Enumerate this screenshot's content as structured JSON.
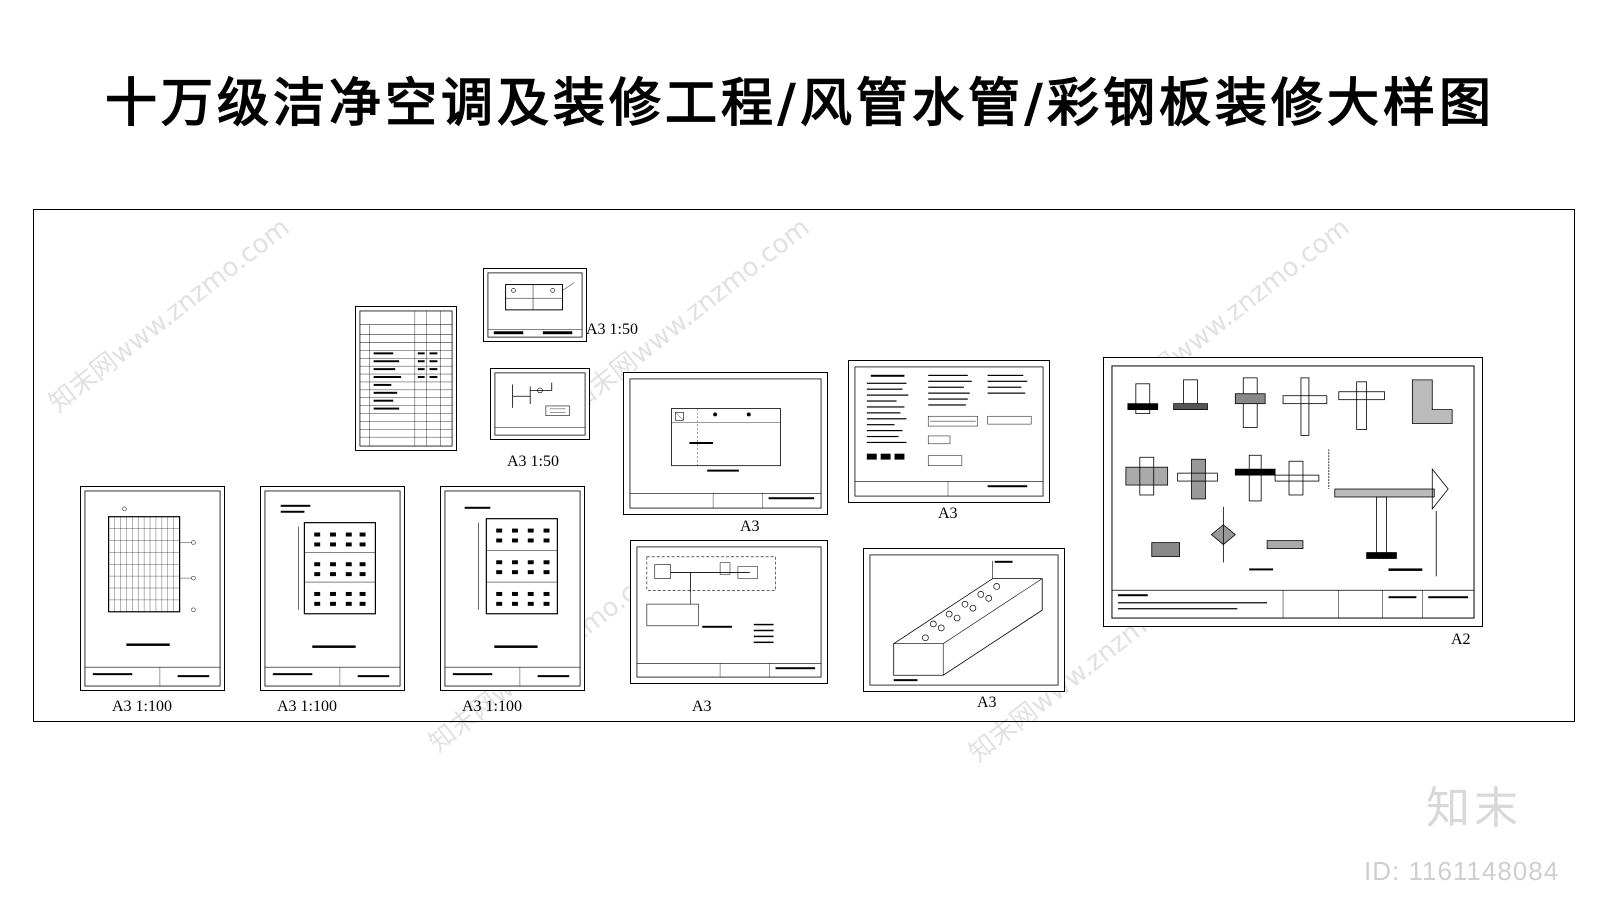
{
  "title": "十万级洁净空调及装修工程/风管水管/彩钢板装修大样图",
  "labels": {
    "legend_top": "A3  1:50",
    "legend_mid": "A3   1:50",
    "plan1": "A3   1:100",
    "plan2": "A3   1:100",
    "plan3": "A3   1:100",
    "sys_top": "A3",
    "sys_bottom": "A3",
    "notes": "A3",
    "iso": "A3",
    "details": "A2"
  },
  "watermark": {
    "brand": "知末",
    "id": "ID: 1161148084",
    "diagonal": "知末网www.znzmo.com"
  }
}
